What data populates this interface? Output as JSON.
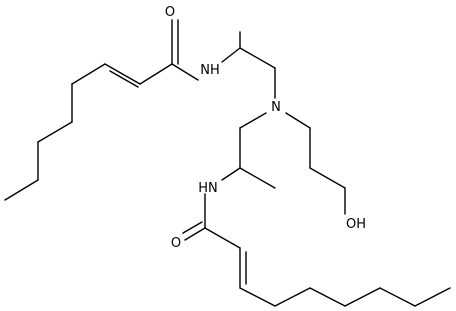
{
  "molecule": {
    "atoms": {
      "o1": "O",
      "n1": "NH",
      "n_center": "N",
      "n2": "HN",
      "o2": "O",
      "oh": "OH"
    }
  }
}
